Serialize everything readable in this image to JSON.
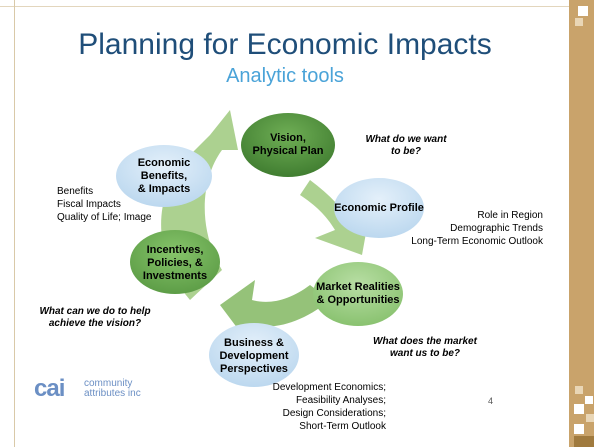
{
  "slide": {
    "title": "Planning for Economic Impacts",
    "subtitle": "Analytic tools",
    "page_number": "4"
  },
  "nodes": {
    "vision": [
      "Vision,",
      "Physical Plan"
    ],
    "economic_profile": [
      "Economic Profile"
    ],
    "market": [
      "Market Realities",
      "& Opportunities"
    ],
    "business": [
      "Business &",
      "Development",
      "Perspectives"
    ],
    "incentives": [
      "Incentives,",
      "Policies, &",
      "Investments"
    ],
    "benefits": [
      "Economic Benefits,",
      "& Impacts"
    ]
  },
  "questions": {
    "want_to_be": [
      "What do we want",
      "to be?"
    ],
    "market_want": [
      "What does the market",
      "want us to be?"
    ],
    "help_achieve": [
      "What can we do to help",
      "achieve the vision?"
    ]
  },
  "side_lists": {
    "benefits": [
      "Benefits",
      "Fiscal Impacts",
      "Quality of Life; Image"
    ],
    "profile": [
      "Role in Region",
      "Demographic Trends",
      "Long-Term Economic Outlook"
    ],
    "development": [
      "Development Economics;",
      "Feasibility Analyses;",
      "Design Considerations;",
      "Short-Term Outlook"
    ]
  },
  "logo": {
    "mark": "cai",
    "line1": "community",
    "line2": "attributes inc"
  },
  "colors": {
    "title": "#1f4e79",
    "subtitle": "#4aa3d8",
    "band": "#c9a36b",
    "arrow": "#a8cf8a",
    "node_dark_green": "#4f8a3a",
    "node_light_blue": "#cfe3f3",
    "node_light_green": "#9fcf8a"
  }
}
